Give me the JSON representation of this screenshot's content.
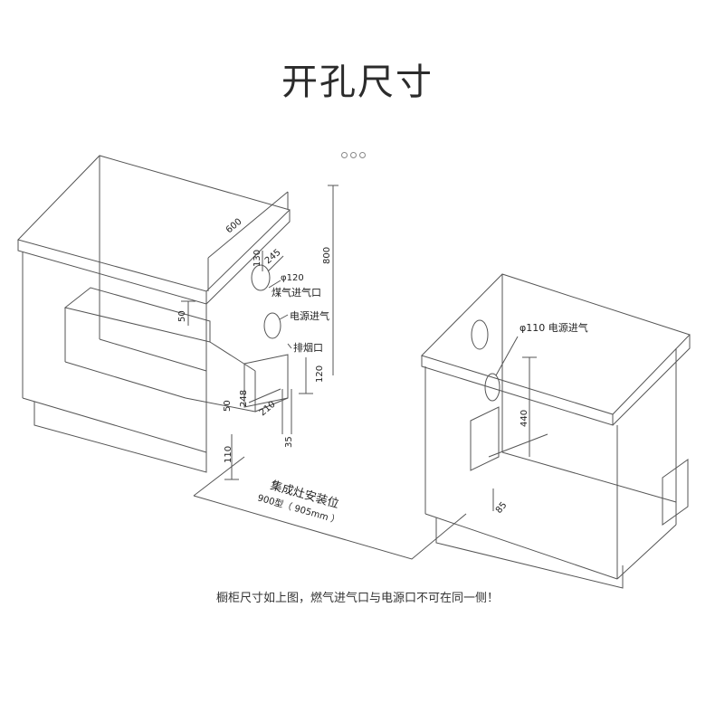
{
  "page": {
    "title": "开孔尺寸",
    "note": "橱柜尺寸如上图，燃气进气口与电源口不可在同一侧！"
  },
  "left_cabinet": {
    "dims": {
      "d600": "600",
      "d130": "130",
      "d245": "245",
      "d800": "800",
      "d50a": "50",
      "d50b": "50",
      "d248": "248",
      "d210": "210",
      "d120": "120",
      "d35": "35",
      "d110": "110"
    },
    "labels": {
      "phi120": "φ120",
      "gas_inlet": "煤气进气口",
      "power_inlet": "电源进气",
      "exhaust": "排烟口"
    },
    "width_label": "集成灶安装位",
    "width_value": "900型（ 905mm ）"
  },
  "right_cabinet": {
    "labels": {
      "phi110": "φ110 电源进气"
    },
    "dims": {
      "d440": "440",
      "d85": "85"
    }
  }
}
